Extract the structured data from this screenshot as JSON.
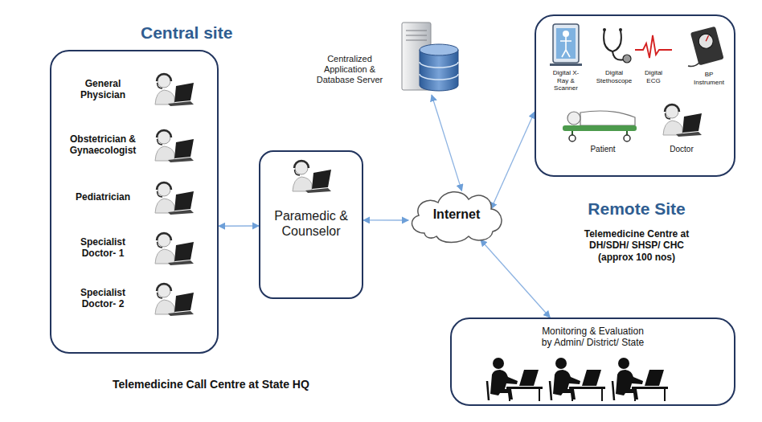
{
  "diagram": {
    "nodes": [
      {
        "text": [
          "Central site"
        ]
      },
      {
        "text": [
          "Paramedic & Counselor"
        ]
      },
      {
        "text": [
          "Internet"
        ]
      },
      {
        "text": [
          "Centralized Application & Database Server"
        ]
      },
      {
        "text": [
          "Remote Site",
          "Telemedicine Centre at DH/SDH/ SHSP/ CHC (approx 100 nos)"
        ]
      },
      {
        "text": [
          "Monitoring & Evaluation by Admin/ District/ State"
        ]
      }
    ],
    "edges": [
      {
        "from": 0,
        "to": 1,
        "arrow": "both"
      },
      {
        "from": 1,
        "to": 2,
        "arrow": "both"
      },
      {
        "from": 2,
        "to": 3,
        "arrow": "both"
      },
      {
        "from": 2,
        "to": 4,
        "arrow": "both"
      },
      {
        "from": 2,
        "to": 5,
        "arrow": "both"
      }
    ],
    "labels": [
      "General Physician",
      "Obstetrician & Gynaecologist",
      "Pediatrician",
      "Specialist Doctor- 1",
      "Specialist Doctor- 2",
      "Digital X-Ray & Scanner",
      "Digital Stethoscope",
      "Digital ECG",
      "BP Instrument",
      "Patient",
      "Doctor",
      "Telemedicine Call Centre at State HQ"
    ]
  }
}
